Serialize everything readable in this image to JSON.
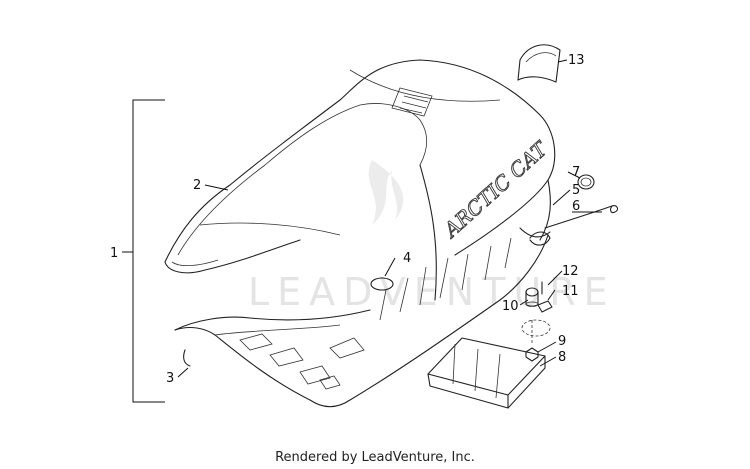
{
  "watermark": "LEADVENTURE",
  "footer": "Rendered by LeadVenture, Inc.",
  "seat_logo": "ARCTIC CAT",
  "callouts": {
    "c1": "1",
    "c2": "2",
    "c3": "3",
    "c4": "4",
    "c5": "5",
    "c6": "6",
    "c7": "7",
    "c8": "8",
    "c9": "9",
    "c10": "10",
    "c11": "11",
    "c12": "12",
    "c13": "13"
  }
}
